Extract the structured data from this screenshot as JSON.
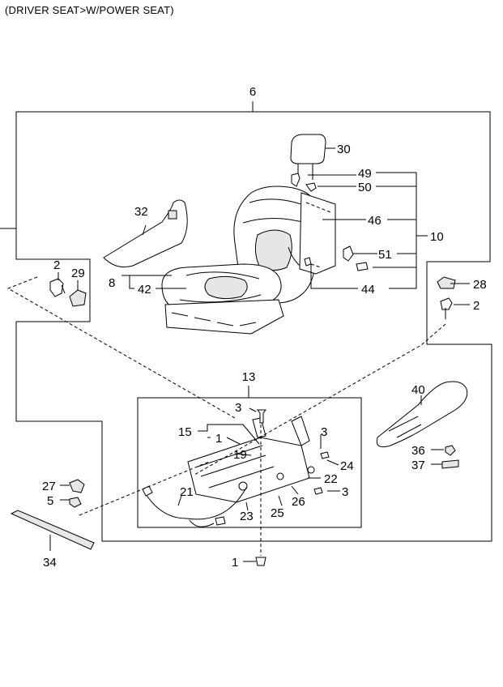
{
  "header": {
    "title": "(DRIVER SEAT>W/POWER SEAT)"
  },
  "labels": {
    "p1a": "1",
    "p1b": "1",
    "p2a": "2",
    "p2b": "2",
    "p3a": "3",
    "p3b": "3",
    "p3c": "3",
    "p5": "5",
    "p6": "6",
    "p8": "8",
    "p10": "10",
    "p13": "13",
    "p15": "15",
    "p19": "19",
    "p21": "21",
    "p22": "22",
    "p23": "23",
    "p24": "24",
    "p25": "25",
    "p26": "26",
    "p27": "27",
    "p28": "28",
    "p29": "29",
    "p30": "30",
    "p32": "32",
    "p34": "34",
    "p36": "36",
    "p37": "37",
    "p40": "40",
    "p42": "42",
    "p44": "44",
    "p46": "46",
    "p49": "49",
    "p50": "50",
    "p51": "51"
  }
}
